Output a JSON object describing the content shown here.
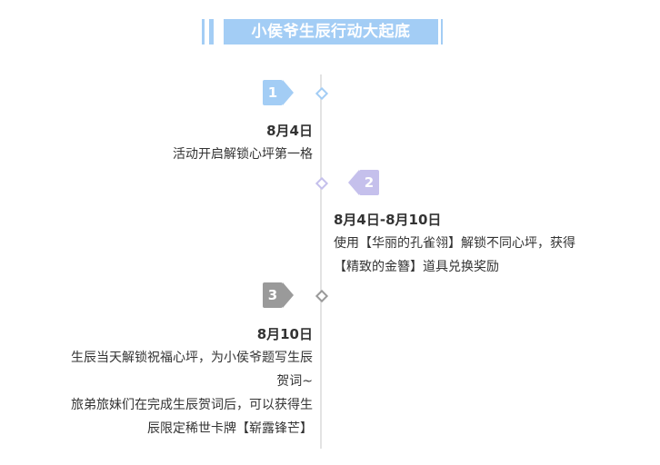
{
  "title": "小侯爷生辰行动大起底",
  "colors": {
    "title_bg": "#a3cdf5",
    "step1": "#a3cdf5",
    "step2": "#c5c0ec",
    "step3": "#9a9a9a",
    "line": "#e3e3e3"
  },
  "steps": [
    {
      "number": "1",
      "date": "8月4日",
      "lines": [
        "活动开启解锁心坪第一格"
      ]
    },
    {
      "number": "2",
      "date": "8月4日-8月10日",
      "lines": [
        "使用【华丽的孔雀翎】解锁不同心坪，获得",
        "【精致的金簪】道具兑换奖励"
      ]
    },
    {
      "number": "3",
      "date": "8月10日",
      "lines": [
        "生辰当天解锁祝福心坪，为小侯爷题写生辰",
        "贺词~",
        "旅弟旅妹们在完成生辰贺词后，可以获得生",
        "辰限定稀世卡牌【崭露锋芒】"
      ]
    }
  ]
}
